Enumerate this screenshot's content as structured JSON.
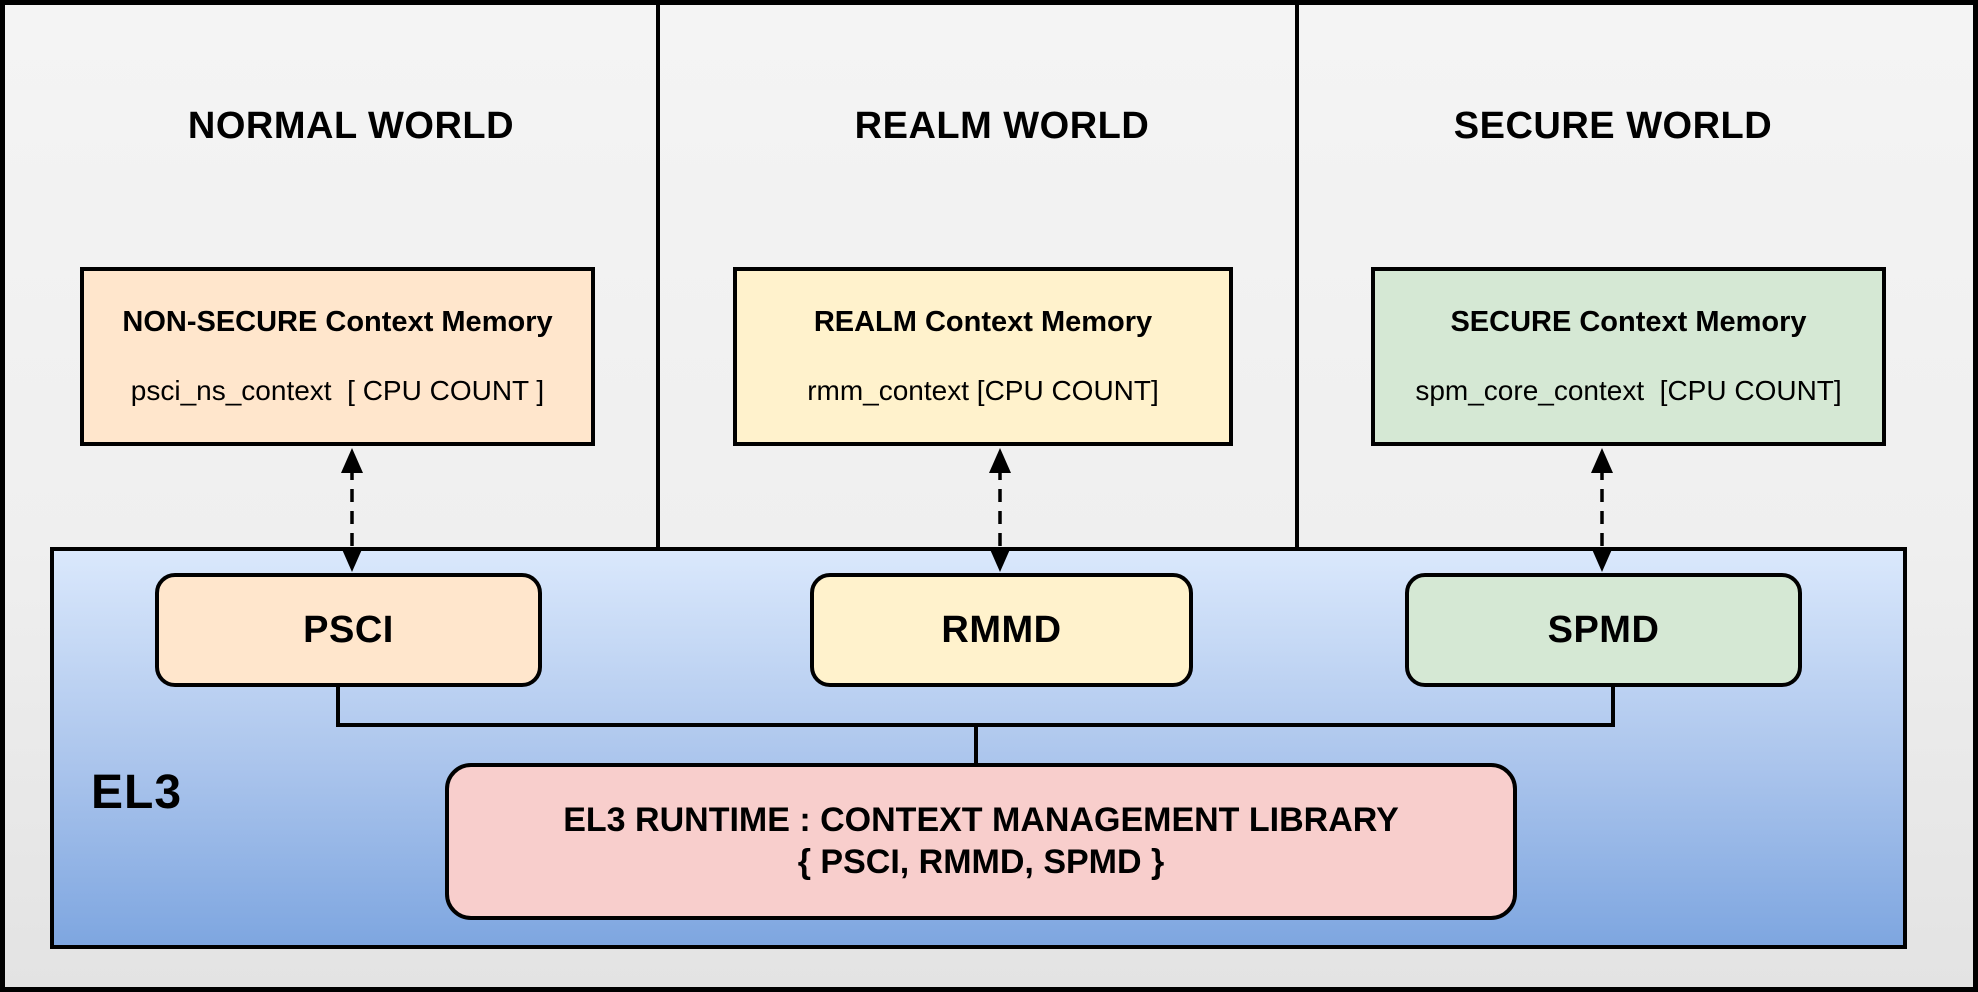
{
  "diagram": {
    "worlds": [
      {
        "title": "NORMAL WORLD",
        "context_box": {
          "title": "NON-SECURE Context Memory",
          "value": "psci_ns_context  [ CPU COUNT ]"
        }
      },
      {
        "title": "REALM WORLD",
        "context_box": {
          "title": "REALM Context Memory",
          "value": "rmm_context [CPU COUNT]"
        }
      },
      {
        "title": "SECURE WORLD",
        "context_box": {
          "title": "SECURE Context Memory",
          "value": "spm_core_context  [CPU COUNT]"
        }
      }
    ],
    "el3": {
      "label": "EL3",
      "dispatchers": [
        {
          "label": "PSCI"
        },
        {
          "label": "RMMD"
        },
        {
          "label": "SPMD"
        }
      ],
      "library": {
        "line1": "EL3 RUNTIME : CONTEXT MANAGEMENT LIBRARY",
        "line2": "{ PSCI, RMMD, SPMD }"
      }
    },
    "colors": {
      "normal_fill": "#ffe6cc",
      "realm_fill": "#fff2cc",
      "secure_fill": "#d5e8d4",
      "library_fill": "#f8cecc",
      "el3_gradient_top": "#dae8fc",
      "el3_gradient_bottom": "#7ea6e0",
      "border": "#000000",
      "background": "#f0f0f0"
    }
  }
}
